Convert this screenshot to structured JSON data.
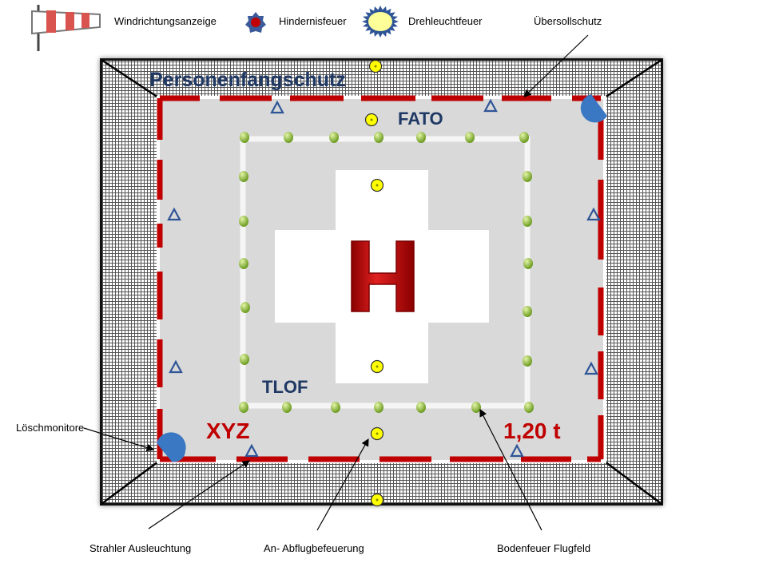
{
  "legend": {
    "windsock": "Windrichtungsanzeige",
    "obstacle_light": "Hindernisfeuer",
    "rotating_beacon": "Drehleuchtfeuer"
  },
  "labels": {
    "safety_net": "Personenfangschutz",
    "fato": "FATO",
    "tlof": "TLOF",
    "h_marking": "H",
    "identifier": "XYZ",
    "weight": "1,20 t"
  },
  "callouts": {
    "overload": "Übersollschutz",
    "monitors": "Löschmonitore",
    "floodlights": "Strahler Ausleuchtung",
    "approach_lights": "An- Abflugbefeuerung",
    "ground_lights": "Bodenfeuer Flugfeld"
  },
  "colors": {
    "red": "#c00000",
    "navy": "#1f3864",
    "green": "#8db33a",
    "yellow": "#ffff00",
    "blue": "#3a78c4"
  }
}
